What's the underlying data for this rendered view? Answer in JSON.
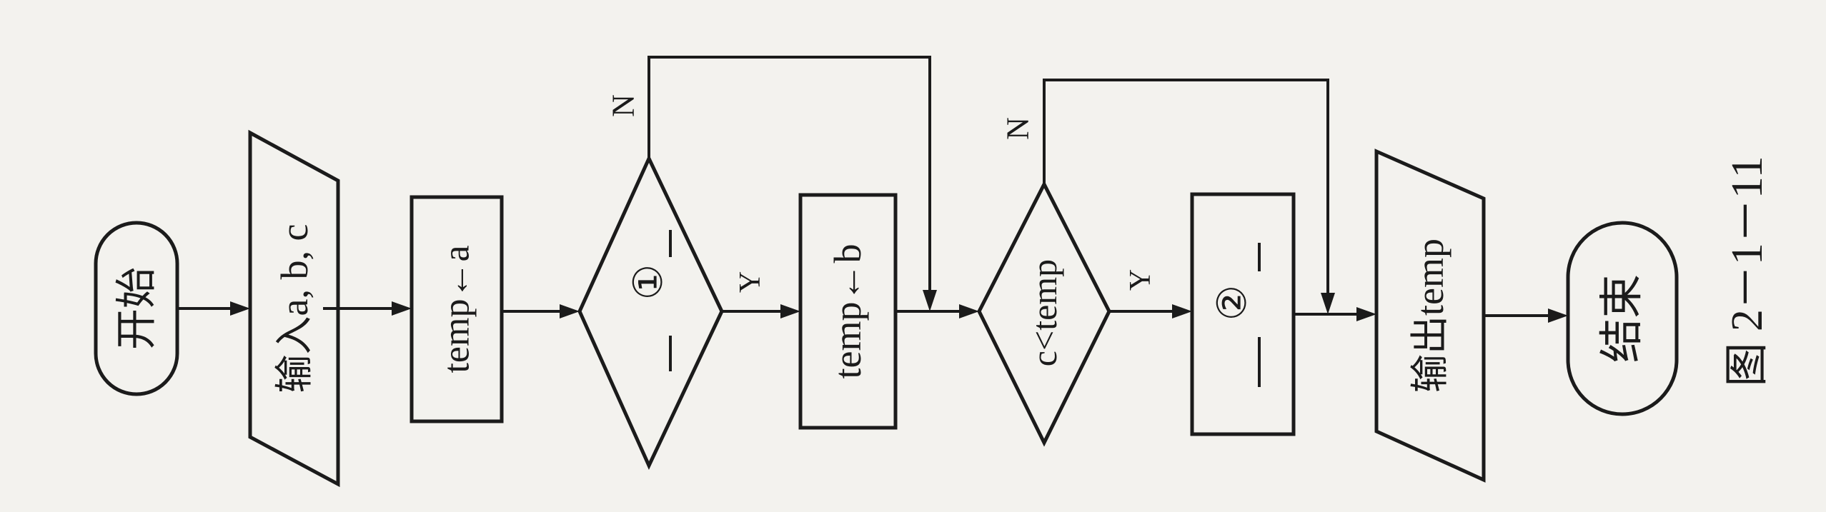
{
  "flowchart": {
    "start": "开始",
    "input": "输入a, b, c",
    "assign_a": "temp←a",
    "decision1_marker": "①",
    "assign_b": "temp←b",
    "decision2": "c<temp",
    "process2_marker": "②",
    "output": "输出temp",
    "end": "结束",
    "yes": "Y",
    "no": "N"
  },
  "caption": "图 2－1－11"
}
